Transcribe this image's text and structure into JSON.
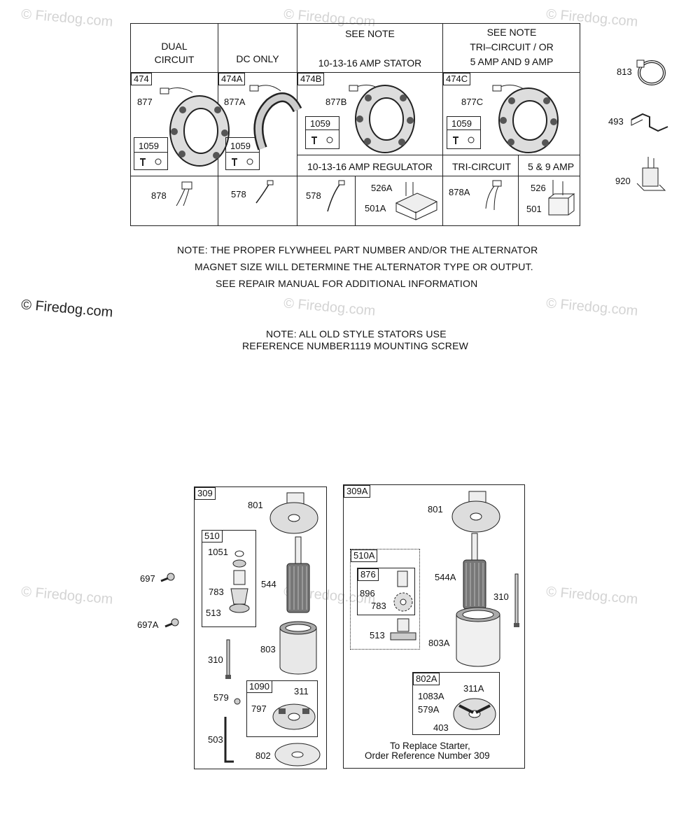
{
  "watermark": "© Firedog.com",
  "alternator_table": {
    "columns": [
      {
        "header": "DUAL\nCIRCUIT"
      },
      {
        "header": "DC ONLY"
      },
      {
        "header": "SEE NOTE\n\n10-13-16 AMP STATOR"
      },
      {
        "header": "SEE NOTE\nTRI–CIRCUIT / OR\n5 AMP AND 9 AMP"
      }
    ],
    "stator_cells": [
      {
        "ref": "474",
        "part": "877",
        "kit": "1059"
      },
      {
        "ref": "474A",
        "part": "877A",
        "kit": "1059"
      },
      {
        "ref": "474B",
        "part": "877B",
        "kit": "1059"
      },
      {
        "ref": "474C",
        "part": "877C",
        "kit": "1059"
      }
    ],
    "sub_headers": {
      "regulator": "10-13-16 AMP REGULATOR",
      "tri_circuit": "TRI-CIRCUIT",
      "five_nine": "5 & 9 AMP"
    },
    "bottom_cells": {
      "c1": "878",
      "c2": "578",
      "c3a": "578",
      "c3b_top": "526A",
      "c3b_bottom": "501A",
      "c4a": "878A",
      "c4b_top": "526",
      "c4b_bottom": "501"
    }
  },
  "side_parts": [
    "813",
    "493",
    "920"
  ],
  "notes": {
    "flywheel": [
      "NOTE: THE PROPER FLYWHEEL PART NUMBER AND/OR THE ALTERNATOR",
      "MAGNET SIZE WILL DETERMINE THE ALTERNATOR TYPE OR OUTPUT.",
      "SEE REPAIR MANUAL FOR ADDITIONAL INFORMATION"
    ],
    "stators": [
      "NOTE: ALL OLD STYLE STATORS USE",
      "REFERENCE NUMBER1119  MOUNTING SCREW"
    ]
  },
  "starter_left": {
    "ref": "309",
    "outside": [
      "697",
      "697A"
    ],
    "drive_kit": {
      "ref": "510",
      "parts": [
        "1051",
        "783",
        "513"
      ]
    },
    "parts": {
      "cap": "801",
      "armature": "544",
      "housing": "803",
      "bolt": "310",
      "nut": "579",
      "strap": "503",
      "plate": "802"
    },
    "brush_kit": {
      "ref": "1090",
      "parts": [
        "311",
        "797"
      ]
    }
  },
  "starter_right": {
    "ref": "309A",
    "drive_kit": {
      "ref": "510A",
      "sub_ref": "876",
      "parts": [
        "896",
        "783",
        "513"
      ]
    },
    "parts": {
      "cap": "801",
      "armature": "544A",
      "bolt": "310",
      "housing": "803A"
    },
    "end_kit": {
      "ref": "802A",
      "parts": [
        "311A",
        "1083A",
        "579A",
        "403"
      ]
    },
    "note": [
      "To Replace Starter,",
      "Order Reference Number 309"
    ]
  }
}
